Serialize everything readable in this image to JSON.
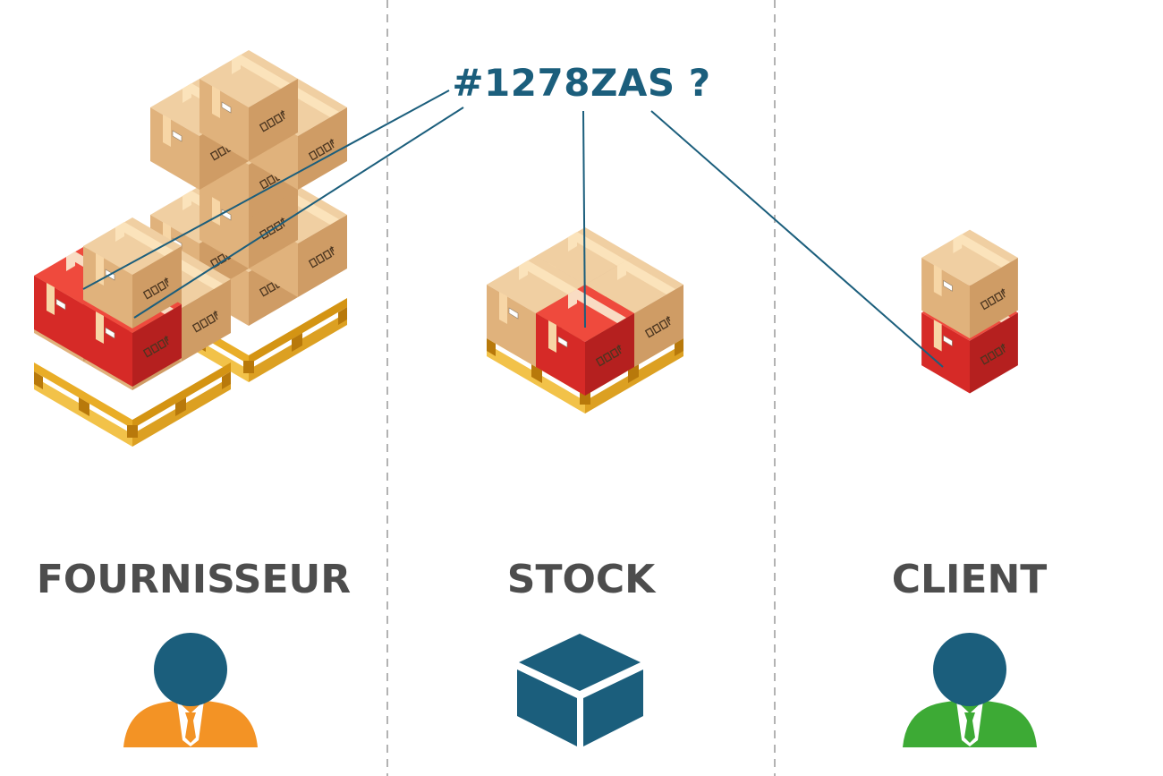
{
  "tracking_code": "#1278ZAS ?",
  "columns": [
    {
      "title": "FOURNISSEUR",
      "icon": "supplier-person-icon",
      "color": "#f39325"
    },
    {
      "title": "STOCK",
      "icon": "stock-box-icon",
      "color": "#1b5e7c"
    },
    {
      "title": "CLIENT",
      "icon": "client-person-icon",
      "color": "#3daa35"
    }
  ],
  "colors": {
    "accent": "#1b5e7c",
    "cardboard": "#e2b47f",
    "tape": "#f7d9a8",
    "tracked_box": "#dc2b2b",
    "pallet": "#f0c048",
    "divider": "#9a9a9a"
  }
}
